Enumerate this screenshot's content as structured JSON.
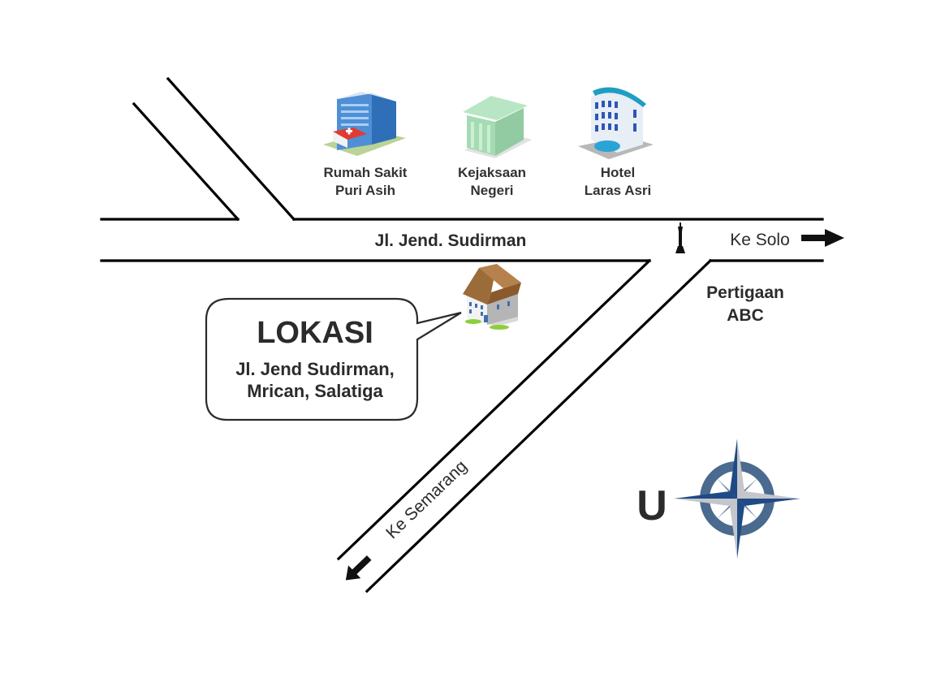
{
  "map": {
    "main_road": {
      "name": "Jl. Jend. Sudirman"
    },
    "landmarks": [
      {
        "name_line1": "Rumah Sakit",
        "name_line2": "Puri Asih",
        "icon": "hospital-building-icon"
      },
      {
        "name_line1": "Kejaksaan",
        "name_line2": "Negeri",
        "icon": "courthouse-building-icon"
      },
      {
        "name_line1": "Hotel",
        "name_line2": "Laras Asri",
        "icon": "hotel-building-icon"
      }
    ],
    "location_callout": {
      "title": "LOKASI",
      "address_line1": "Jl. Jend Sudirman,",
      "address_line2": "Mrican, Salatiga",
      "icon": "house-icon"
    },
    "junction": {
      "name_line1": "Pertigaan",
      "name_line2": "ABC",
      "icon": "monument-icon"
    },
    "directions": {
      "east": "Ke Solo",
      "southwest": "Ke Semarang"
    },
    "compass": {
      "north_label": "U"
    },
    "colors": {
      "road": "#000000",
      "compass_ring": "#4a6a8f",
      "compass_dark": "#1f4a86",
      "compass_light": "#c4c6cb",
      "north_label": "#6b2f2b",
      "text": "#333333"
    }
  }
}
